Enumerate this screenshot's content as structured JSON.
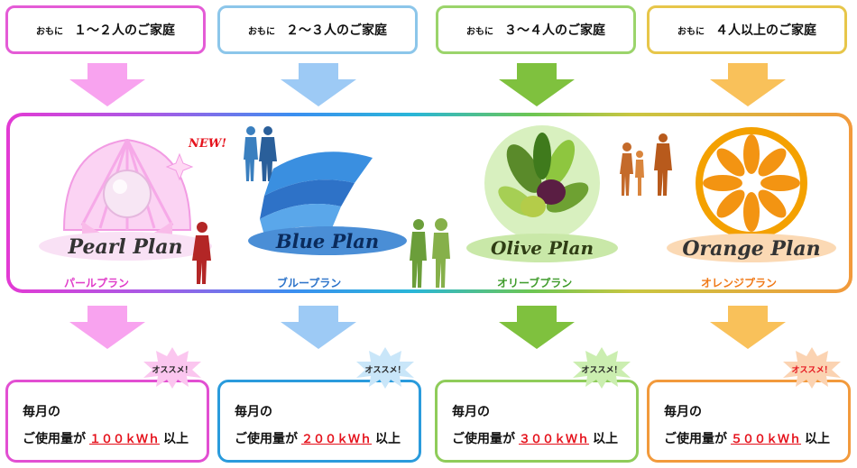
{
  "tiers": [
    {
      "prefix": "おもに",
      "label": "１～２人のご家庭",
      "color": "#e45bd6",
      "arrow": "#f8a3ef"
    },
    {
      "prefix": "おもに",
      "label": "２～３人のご家庭",
      "color": "#8cc6ea",
      "arrow": "#9dcaf5"
    },
    {
      "prefix": "おもに",
      "label": "３～４人のご家庭",
      "color": "#9bd46b",
      "arrow": "#7fc13e"
    },
    {
      "prefix": "おもに",
      "label": "４人以上のご家庭",
      "color": "#e7c64a",
      "arrow": "#f9c15a"
    }
  ],
  "plans": [
    {
      "logo": "Pearl Plan",
      "new_badge": "NEW!",
      "name_jp": "パールプラン",
      "color": "#e03cc9"
    },
    {
      "logo": "Blue Plan",
      "name_jp": "ブループラン",
      "color": "#2c73c9"
    },
    {
      "logo": "Olive Plan",
      "name_jp": "オリーブプラン",
      "color": "#3f9b2b"
    },
    {
      "logo": "Orange Plan",
      "name_jp": "オレンジプラン",
      "color": "#f07a19"
    }
  ],
  "recommend": [
    {
      "text": "オススメ！",
      "bg": "#fbc6ef",
      "fg": "#222222"
    },
    {
      "text": "オススメ！",
      "bg": "#c9e6f9",
      "fg": "#222222"
    },
    {
      "text": "オススメ！",
      "bg": "#cbeeb0",
      "fg": "#222222"
    },
    {
      "text": "オススメ！",
      "bg": "#fbd3b2",
      "fg": "#e5121c"
    }
  ],
  "usage": [
    {
      "line1": "毎月の",
      "prefix": "ご使用量が",
      "amount": "１００ｋＷｈ",
      "suffix": "以上",
      "border": "#e24fd2"
    },
    {
      "line1": "毎月の",
      "prefix": "ご使用量が",
      "amount": "２００ｋＷｈ",
      "suffix": "以上",
      "border": "#2a9bdc"
    },
    {
      "line1": "毎月の",
      "prefix": "ご使用量が",
      "amount": "３００ｋＷｈ",
      "suffix": "以上",
      "border": "#8fcc5a"
    },
    {
      "line1": "毎月の",
      "prefix": "ご使用量が",
      "amount": "５００ｋＷｈ",
      "suffix": "以上",
      "border": "#f29a3c"
    }
  ]
}
